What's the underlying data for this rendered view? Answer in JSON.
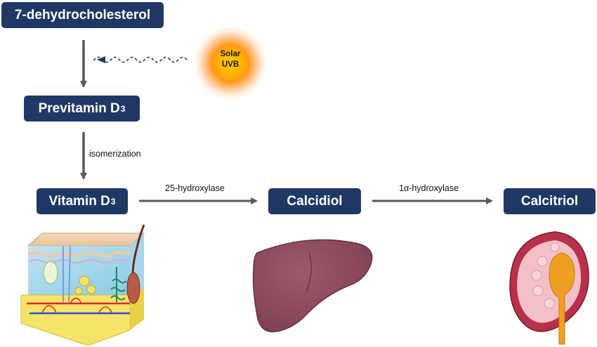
{
  "nodes": {
    "dehydrocholesterol": "7-dehydrocholesterol",
    "previtamin": {
      "text": "Previtamin D",
      "sub": "3"
    },
    "vitamin": {
      "text": "Vitamin D",
      "sub": "3"
    },
    "calcidiol": "Calcidiol",
    "calcitriol": "Calcitriol"
  },
  "sun": {
    "line1": "Solar",
    "line2": "UVB"
  },
  "edges": {
    "isomerization": "isomerization",
    "hydroxylase25": "25-hydroxylase",
    "hydroxylase1a": "1α-hydroxylase"
  },
  "colors": {
    "box": "#1f3864",
    "arrow": "#595959",
    "uv_arrow": "#1f3864",
    "liver": "#8b4a5a",
    "kidney": "#b8304a",
    "renal_pelvis": "#f0a020"
  },
  "illustrations": [
    "skin-cross-section",
    "liver",
    "kidney"
  ]
}
